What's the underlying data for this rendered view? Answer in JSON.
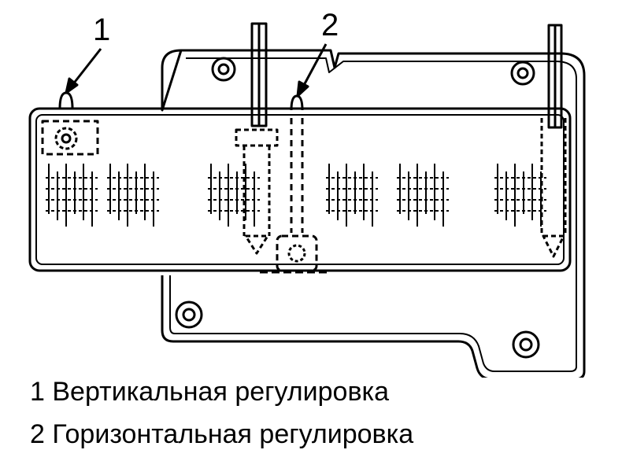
{
  "callouts": {
    "one": "1",
    "two": "2"
  },
  "legend": {
    "items": [
      {
        "num": "1",
        "text": "Вертикальная регулировка"
      },
      {
        "num": "2",
        "text": "Горизонтальная регулировка"
      }
    ]
  },
  "colors": {
    "ink": "#000000",
    "paper": "#ffffff"
  }
}
